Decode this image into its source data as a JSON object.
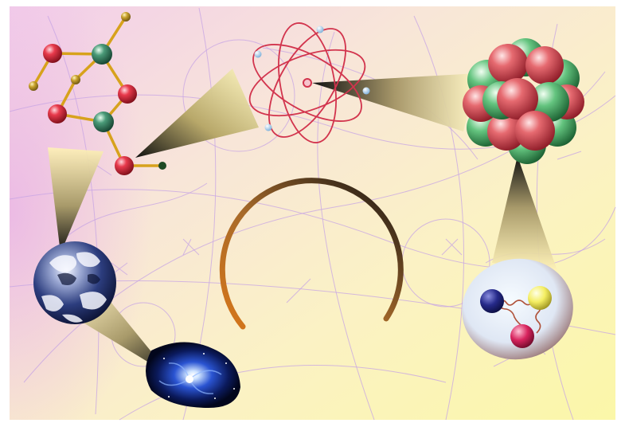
{
  "scene": {
    "subjects": [
      "galaxy",
      "earth",
      "molecule",
      "atom",
      "nucleus",
      "nucleon"
    ],
    "colors": {
      "bg_pink": "#f1c6ea",
      "bg_cream": "#fbf3c9",
      "bg_yellow": "#fbf7a4",
      "track_lines": "#c8a6e6",
      "proton_red": "#d8404a",
      "neutron_green": "#2f9a52",
      "orbit_red": "#d2344d",
      "electron_blue": "#9ec8e8",
      "bond_gold": "#d7a21c",
      "arc_orange": "#d6761a",
      "arc_black": "#141414",
      "quark_navy": "#1d1f6e",
      "quark_yellow": "#f4ee62",
      "quark_magenta": "#d8245e",
      "galaxy_blue": "#2a54d2",
      "earth_blue": "#253a7a"
    }
  }
}
